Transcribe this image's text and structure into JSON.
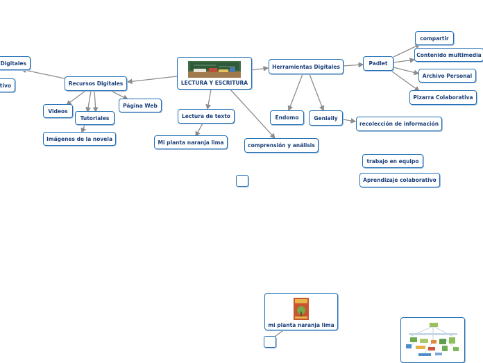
{
  "root": {
    "label": "LECTURA Y ESCRITURA"
  },
  "nodes": {
    "recursos_digitales": "Recursos Digitales",
    "digitales_partial": "Digitales",
    "ivo_partial": "tivo",
    "videos": "Videos",
    "tutoriales": "Tutoriales",
    "pagina_web": "Página Web",
    "imagenes_novela": "Imágenes de la novela",
    "lectura_texto": "Lectura de texto",
    "mi_planta": "Mi planta naranja lima",
    "comprension": "comprensión y análisis",
    "herramientas": "Herramientas Digitales",
    "padlet": "Padlet",
    "compartir": "compartir",
    "contenido_multimedia": "Contenido multimedia",
    "archivo_personal": "Archivo Personal",
    "pizarra": "Pizarra Colaborativa",
    "endomo": "Endomo",
    "genially": "Genially",
    "recoleccion": "recolección de información",
    "trabajo_equipo": "trabajo en equipo",
    "aprendizaje": "Aprendizaje colaborativo",
    "mi_planta_floating": "mi planta naranja lima"
  },
  "colors": {
    "border": "#1f6fb5",
    "text": "#1a3f7a",
    "edge": "#8c8c8c",
    "shadow": "#9fb9d8"
  },
  "icons": {
    "root_image": "classroom-desk-books-image",
    "book_image": "book-cover-image",
    "overview_image": "mindmap-overview-thumbnail"
  }
}
